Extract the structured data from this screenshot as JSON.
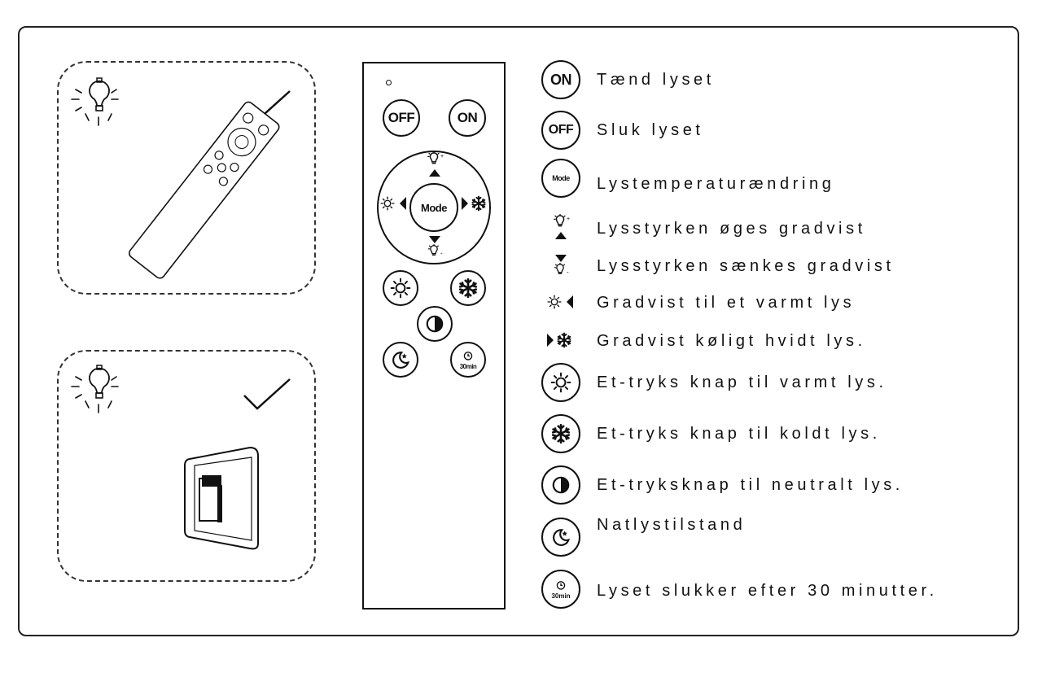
{
  "remote": {
    "off_label": "OFF",
    "on_label": "ON",
    "mode_label": "Mode",
    "timer_label": "30min"
  },
  "legend": [
    {
      "icon": "on-icon",
      "badge": "ON",
      "text": "Tænd lyset"
    },
    {
      "icon": "off-icon",
      "badge": "OFF",
      "text": "Sluk lyset"
    },
    {
      "icon": "mode-icon",
      "badge": "Mode",
      "text": "Lystemperaturændring"
    },
    {
      "icon": "brightness-up-icon",
      "text": "Lysstyrken øges gradvist"
    },
    {
      "icon": "brightness-down-icon",
      "text": "Lysstyrken sænkes gradvist"
    },
    {
      "icon": "warm-left-icon",
      "text": "Gradvist til et varmt lys"
    },
    {
      "icon": "cool-right-icon",
      "text": "Gradvist køligt hvidt lys."
    },
    {
      "icon": "sun-button-icon",
      "text": "Et-tryks knap til varmt lys."
    },
    {
      "icon": "snowflake-button-icon",
      "text": "Et-tryks knap til koldt lys."
    },
    {
      "icon": "half-circle-button-icon",
      "text": "Et-tryksknap til neutralt lys."
    },
    {
      "icon": "night-mode-icon",
      "text": "Natlystilstand"
    },
    {
      "icon": "timer-icon",
      "badge": "30min",
      "text": "Lyset slukker efter 30 minutter."
    }
  ],
  "colors": {
    "ink": "#111111",
    "background": "#ffffff"
  }
}
